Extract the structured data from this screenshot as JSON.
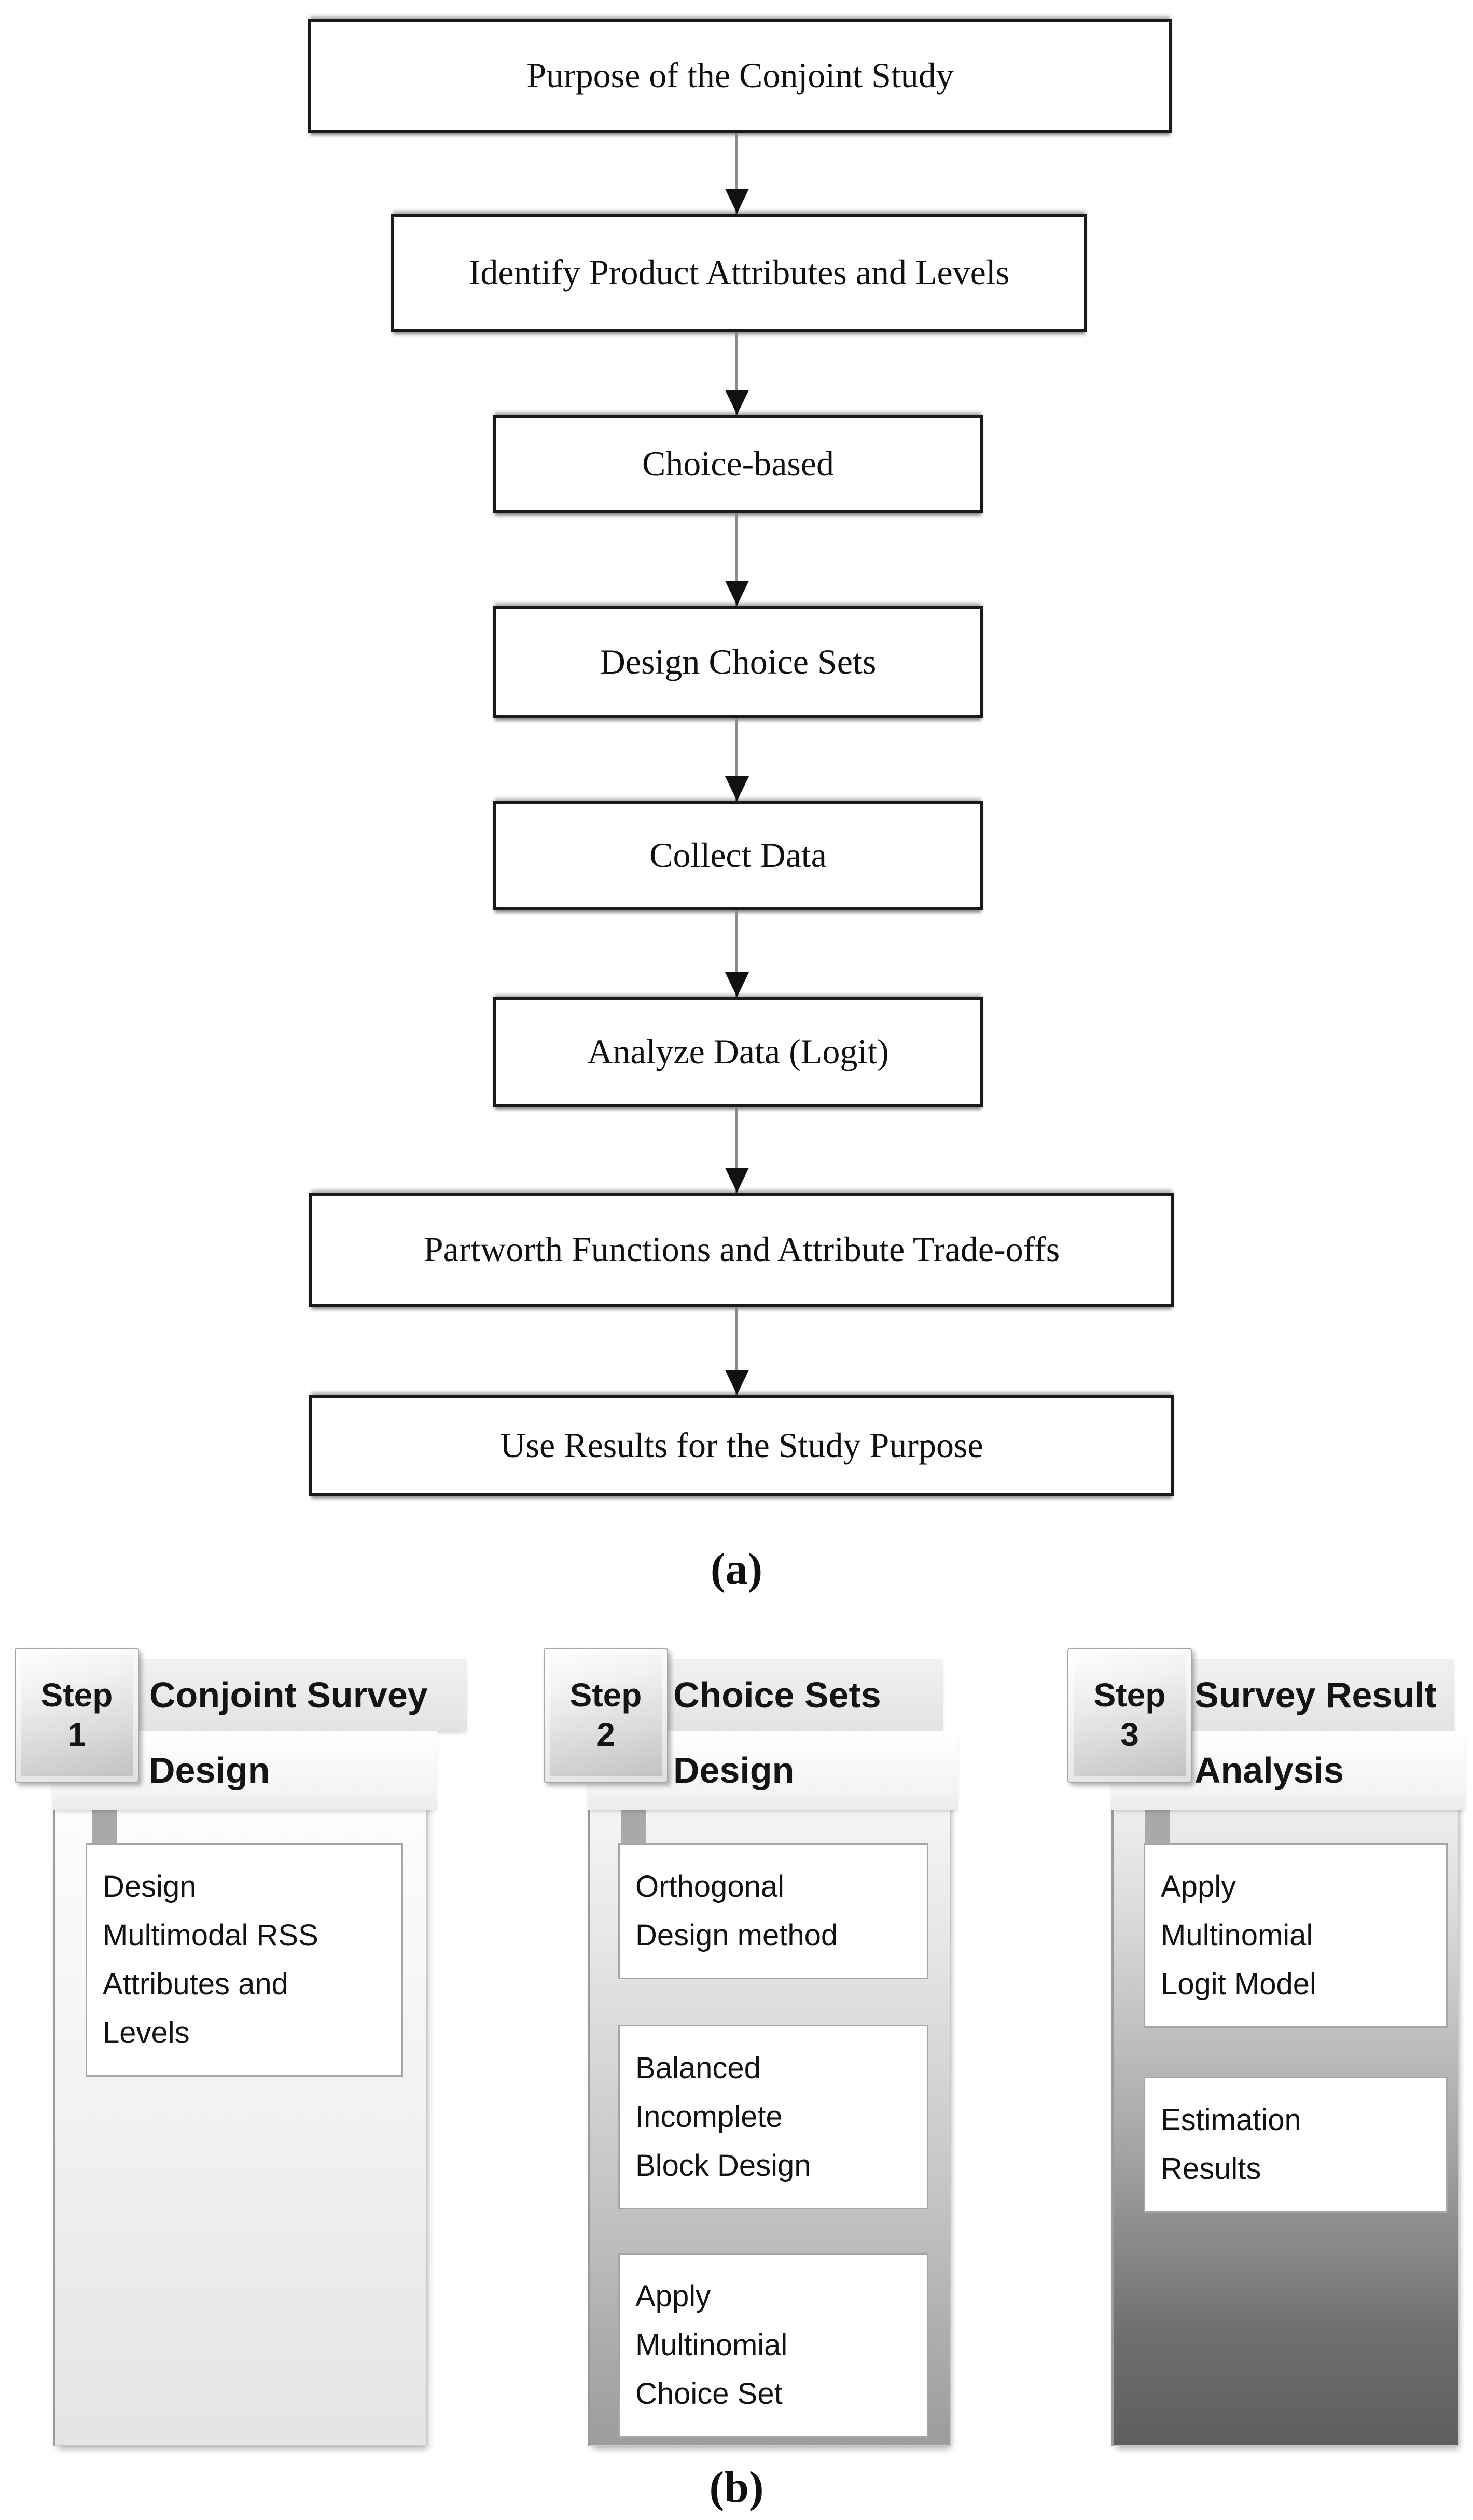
{
  "panel_a": {
    "label": "(a)",
    "flow_steps": [
      "Purpose of the Conjoint Study",
      "Identify Product Attributes and Levels",
      "Choice-based",
      "Design Choice Sets",
      "Collect Data",
      "Analyze Data (Logit)",
      "Partworth Functions and Attribute Trade-offs",
      "Use Results for the Study Purpose"
    ]
  },
  "panel_b": {
    "label": "(b)",
    "steps": [
      {
        "badge": {
          "word": "Step",
          "number": "1"
        },
        "title": {
          "line1": "Conjoint Survey",
          "line2": "Design"
        },
        "boxes": [
          {
            "lines": [
              "Design",
              "Multimodal RSS",
              "Attributes and",
              "Levels"
            ]
          }
        ]
      },
      {
        "badge": {
          "word": "Step",
          "number": "2"
        },
        "title": {
          "line1": "Choice Sets",
          "line2": "Design"
        },
        "boxes": [
          {
            "lines": [
              "Orthogonal",
              "Design method"
            ]
          },
          {
            "lines": [
              "Balanced",
              "Incomplete",
              "Block Design"
            ]
          },
          {
            "lines": [
              "Apply",
              "Multinomial",
              "Choice Set"
            ]
          }
        ]
      },
      {
        "badge": {
          "word": "Step",
          "number": "3"
        },
        "title": {
          "line1": "Survey Result",
          "line2": "Analysis"
        },
        "boxes": [
          {
            "lines": [
              "Apply",
              "Multinomial",
              "Logit Model"
            ]
          },
          {
            "lines": [
              "Estimation",
              "Results"
            ]
          }
        ]
      }
    ]
  },
  "colors": {
    "flow_box_border": "#1a1a1a",
    "arrow_line": "#8a8a8a",
    "arrow_head": "#111111",
    "banner_bg": "#e3e3e3",
    "badge_border": "#a8a8a8",
    "content_box_border": "#a6a6a6",
    "panel1_top": "#ffffff",
    "panel1_bottom": "#e4e4e4",
    "panel2_top": "#fdfdfd",
    "panel2_bottom": "#9c9c9c",
    "panel3_top": "#fbfbfb",
    "panel3_bottom": "#5e5e5e",
    "text": "#121212"
  }
}
